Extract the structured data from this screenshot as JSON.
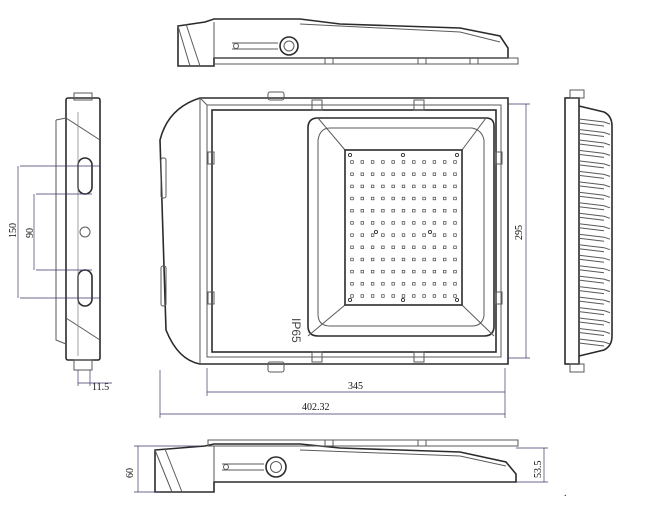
{
  "dimensions": {
    "width_inner": "345",
    "width_overall": "402.32",
    "height_inner": "295",
    "bracket_span_outer": "150",
    "bracket_span_inner": "90",
    "bracket_offset": "11.5",
    "side_height": "60",
    "side_height_inner": "53.5"
  },
  "labels": {
    "ip_rating": "IP65",
    "stray_mark": "."
  },
  "led_grid": {
    "rows": 12,
    "cols": 11
  }
}
